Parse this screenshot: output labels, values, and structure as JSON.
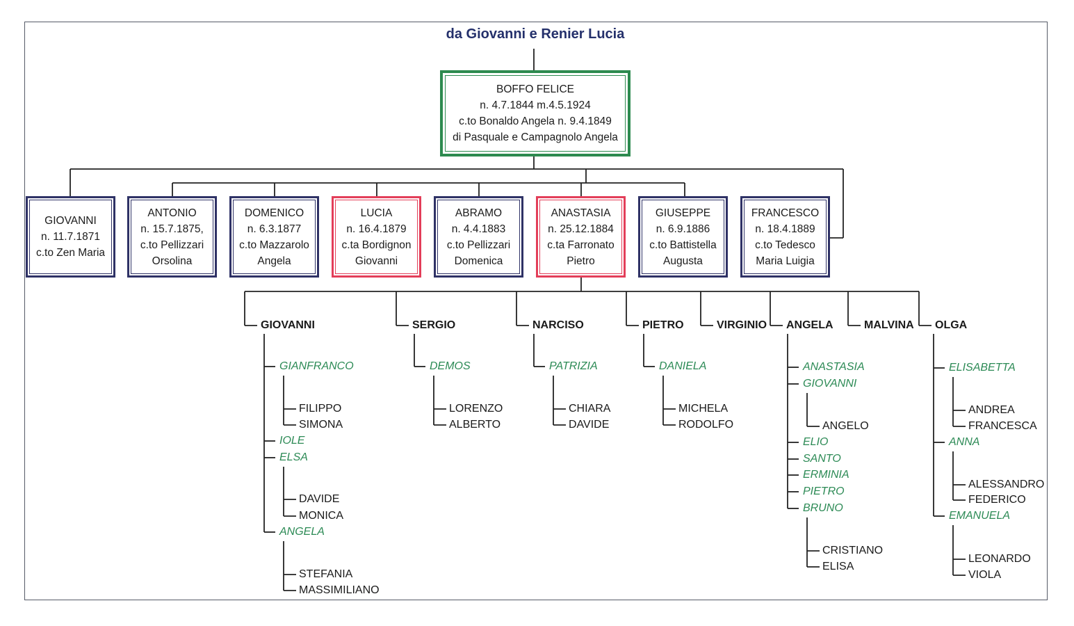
{
  "title": "da Giovanni e Renier Lucia",
  "colors": {
    "frame": "#555a66",
    "root_border": "#2d8a4f",
    "child_border": "#2f3266",
    "highlight_border": "#e33e59",
    "child_text": "#2c8a55",
    "title": "#24306b"
  },
  "root": {
    "lines": [
      "BOFFO  FELICE",
      "n. 4.7.1844  m.4.5.1924",
      "c.to Bonaldo Angela n. 9.4.1849",
      "di Pasquale e Campagnolo Angela"
    ]
  },
  "children": [
    {
      "lines": [
        "GIOVANNI",
        "n. 11.7.1871",
        "c.to Zen Maria"
      ],
      "highlight": false
    },
    {
      "lines": [
        "ANTONIO",
        "n. 15.7.1875,",
        "c.to Pellizzari",
        "Orsolina"
      ],
      "highlight": false
    },
    {
      "lines": [
        "DOMENICO",
        "n. 6.3.1877",
        "c.to Mazzarolo",
        "Angela"
      ],
      "highlight": false
    },
    {
      "lines": [
        "LUCIA",
        "n. 16.4.1879",
        "c.ta Bordignon",
        "Giovanni"
      ],
      "highlight": true
    },
    {
      "lines": [
        "ABRAMO",
        "n. 4.4.1883",
        "c.to Pellizzari",
        "Domenica"
      ],
      "highlight": false
    },
    {
      "lines": [
        "ANASTASIA",
        "n. 25.12.1884",
        "c.ta Farronato",
        "Pietro"
      ],
      "highlight": true
    },
    {
      "lines": [
        "GIUSEPPE",
        "n. 6.9.1886",
        "c.to Battistella",
        "Augusta"
      ],
      "highlight": false
    },
    {
      "lines": [
        "FRANCESCO",
        "n. 18.4.1889",
        "c.to Tedesco",
        "Maria Luigia"
      ],
      "highlight": false
    }
  ],
  "grandchildren": [
    {
      "name": "GIOVANNI",
      "children": [
        {
          "name": "GIANFRANCO",
          "children": [
            "FILIPPO",
            "SIMONA"
          ]
        },
        {
          "name": "IOLE",
          "children": []
        },
        {
          "name": "ELSA",
          "children": [
            "DAVIDE",
            "MONICA"
          ]
        },
        {
          "name": "ANGELA",
          "children": [
            "STEFANIA",
            "MASSIMILIANO"
          ]
        }
      ]
    },
    {
      "name": "SERGIO",
      "children": [
        {
          "name": "DEMOS",
          "children": [
            "LORENZO",
            "ALBERTO"
          ]
        }
      ]
    },
    {
      "name": "NARCISO",
      "children": [
        {
          "name": "PATRIZIA",
          "children": [
            "CHIARA",
            "DAVIDE"
          ]
        }
      ]
    },
    {
      "name": "PIETRO",
      "children": [
        {
          "name": "DANIELA",
          "children": [
            "MICHELA",
            "RODOLFO"
          ]
        }
      ]
    },
    {
      "name": "VIRGINIO",
      "children": []
    },
    {
      "name": "ANGELA",
      "children": [
        {
          "name": "ANASTASIA",
          "children": []
        },
        {
          "name": "GIOVANNI",
          "children": [
            "ANGELO"
          ]
        },
        {
          "name": "ELIO",
          "children": []
        },
        {
          "name": "SANTO",
          "children": []
        },
        {
          "name": "ERMINIA",
          "children": []
        },
        {
          "name": "PIETRO",
          "children": []
        },
        {
          "name": "BRUNO",
          "children": [
            "CRISTIANO",
            "ELISA"
          ]
        }
      ]
    },
    {
      "name": "MALVINA",
      "children": []
    },
    {
      "name": "OLGA",
      "children": [
        {
          "name": "ELISABETTA",
          "children": [
            "ANDREA",
            "FRANCESCA"
          ]
        },
        {
          "name": "ANNA",
          "children": [
            "ALESSANDRO",
            "FEDERICO"
          ]
        },
        {
          "name": "EMANUELA",
          "children": [
            "LEONARDO",
            "VIOLA"
          ]
        }
      ]
    }
  ]
}
